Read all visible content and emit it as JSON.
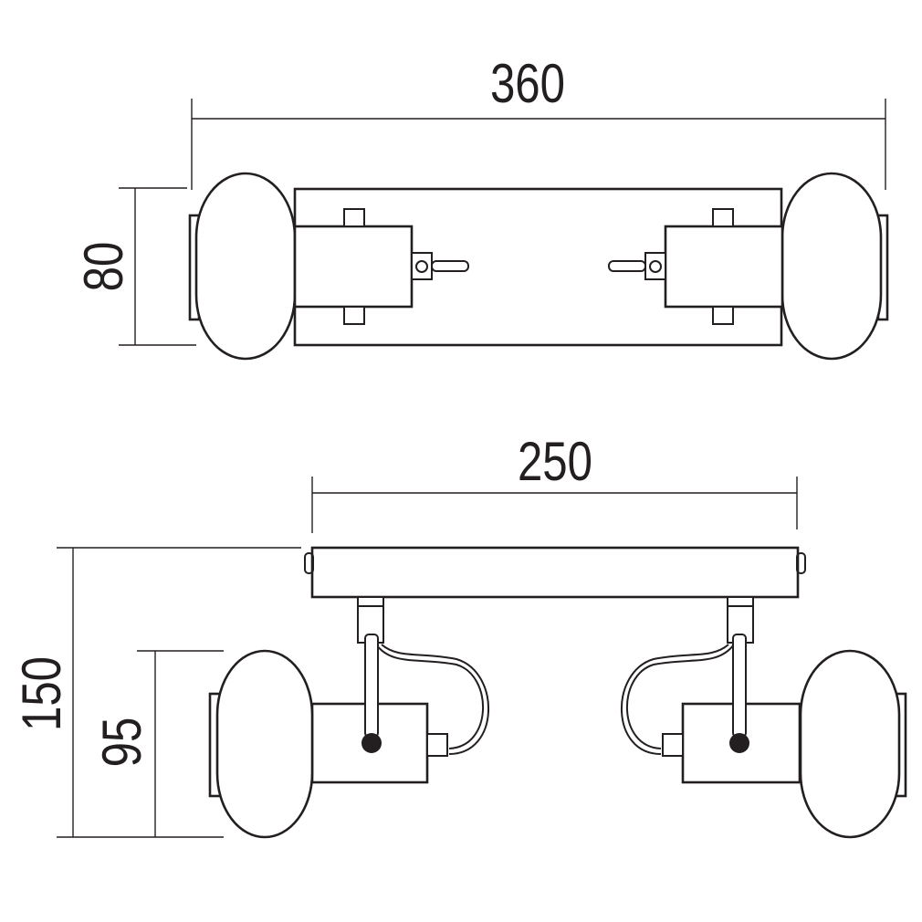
{
  "dimensions": {
    "top_width": "360",
    "top_height": "80",
    "front_width": "250",
    "front_height": "150",
    "front_head_height": "95"
  },
  "colors": {
    "line": "#231f20",
    "background": "#ffffff"
  }
}
